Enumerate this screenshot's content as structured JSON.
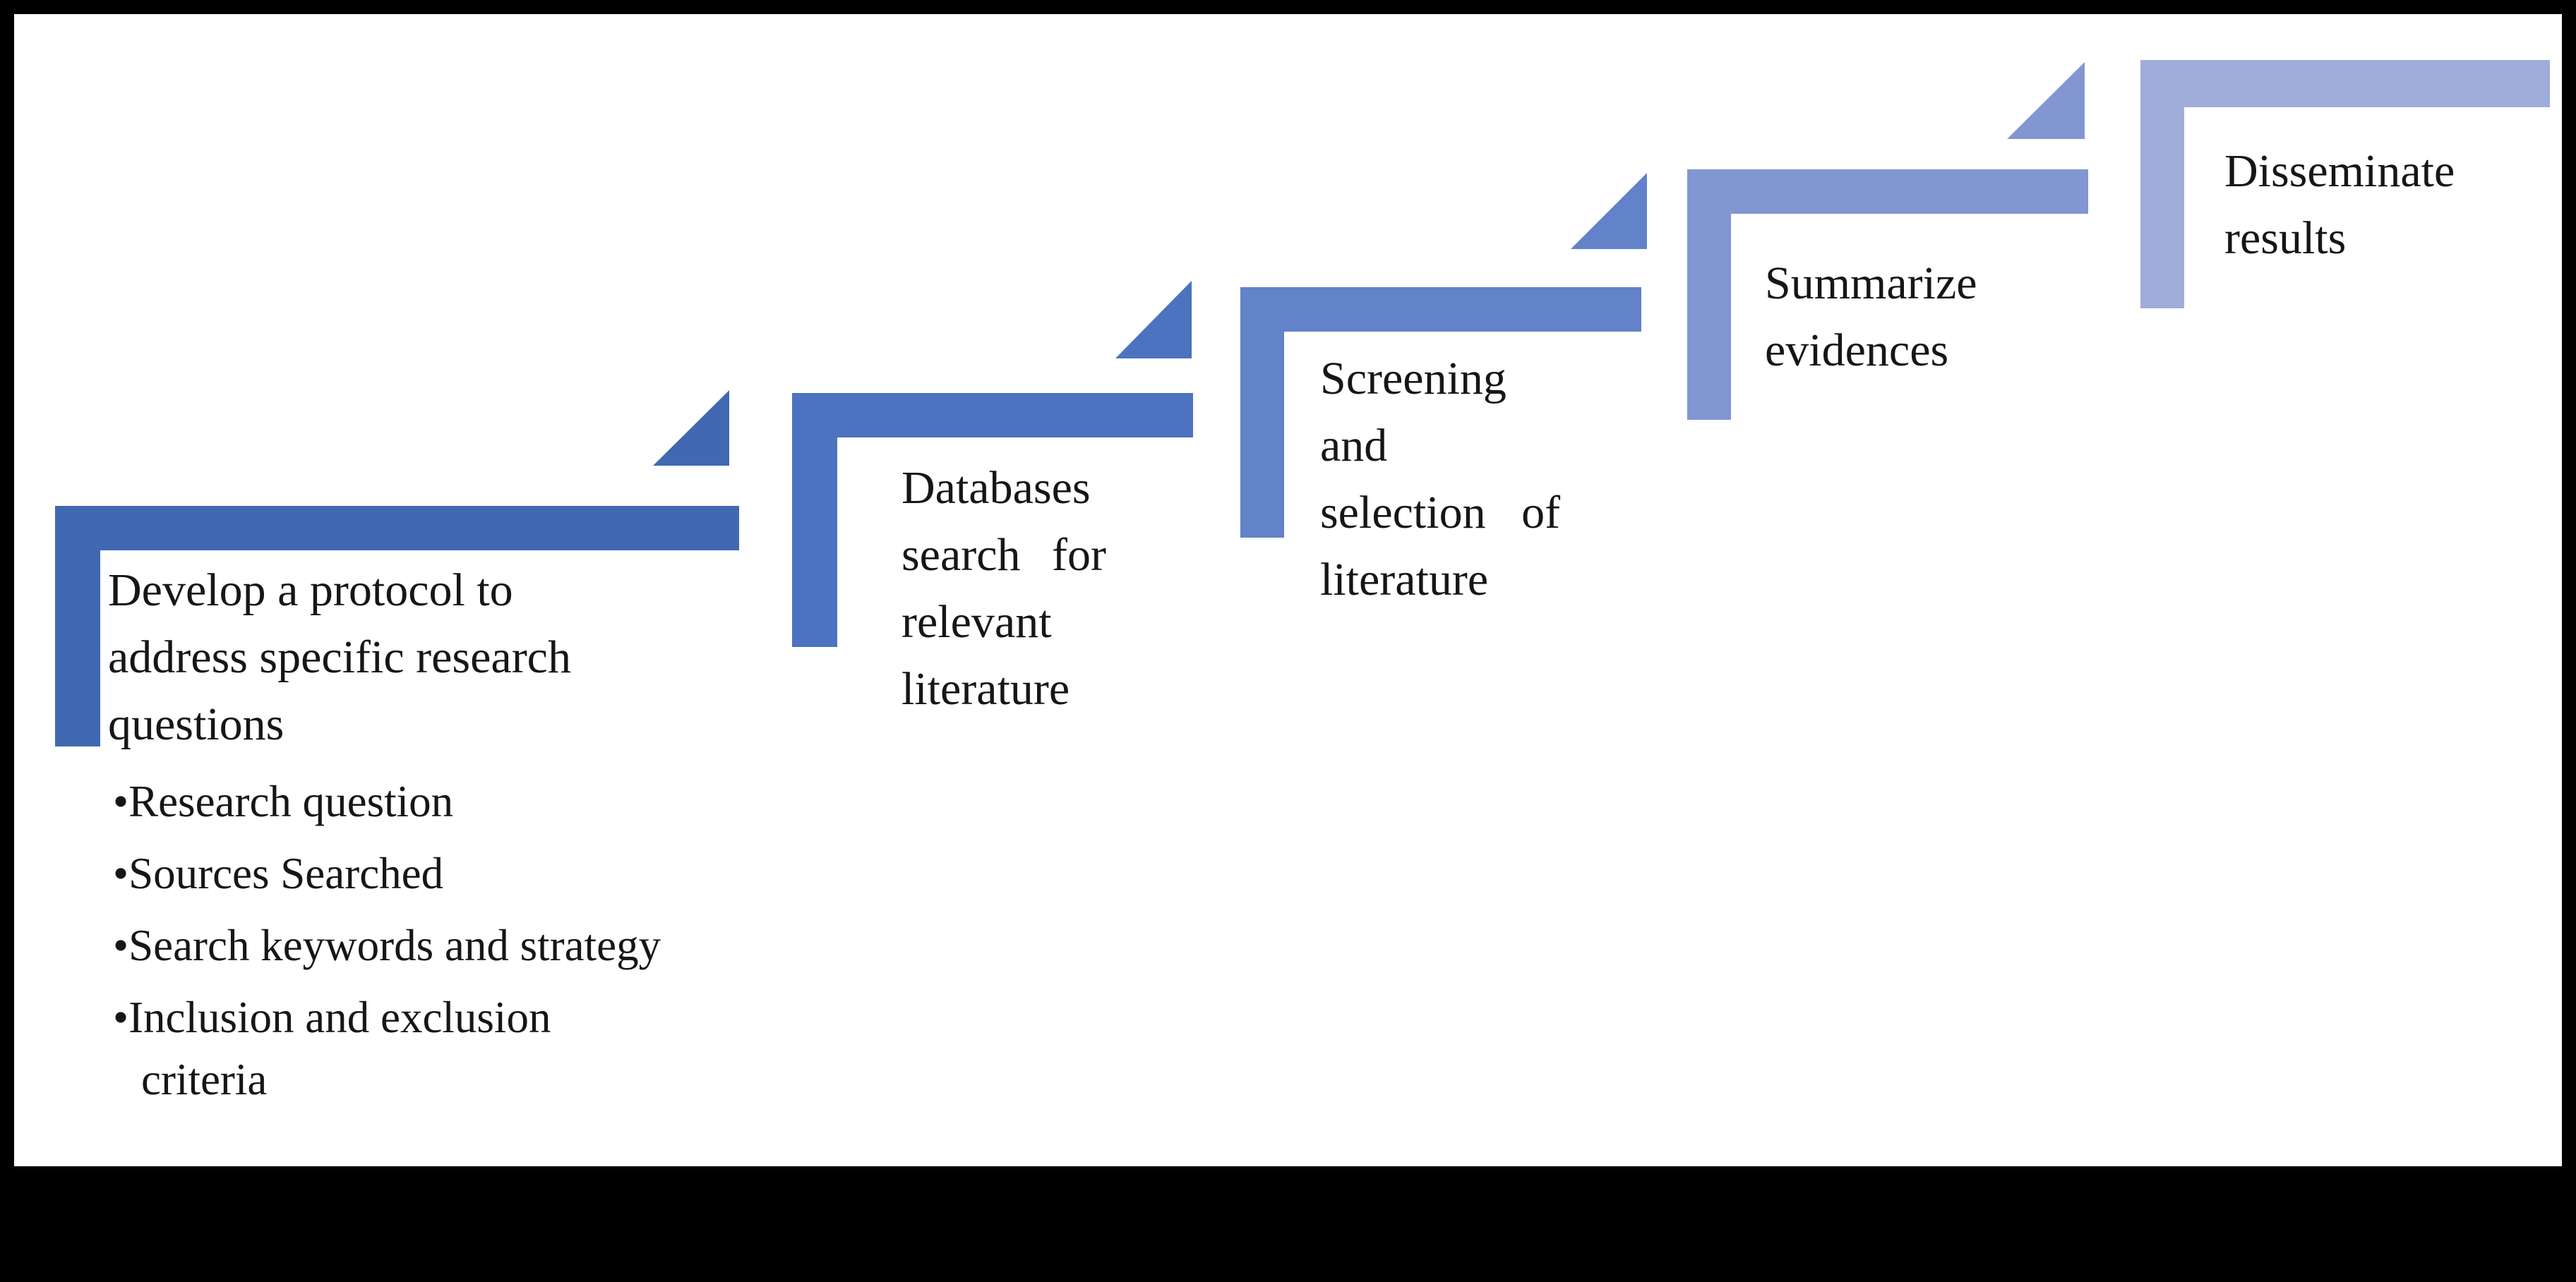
{
  "diagram": {
    "type": "step-up-process",
    "frame_color": "#000000",
    "canvas_color": "#ffffff",
    "text_color": "#161616",
    "steps": [
      {
        "id": "develop-protocol",
        "color": "#4069B2",
        "lines": [
          "Develop a protocol to",
          "address specific research",
          "questions"
        ],
        "bullets": [
          "Research question",
          "Sources Searched",
          "Search keywords and strategy",
          "Inclusion and exclusion criteria"
        ]
      },
      {
        "id": "databases-search",
        "color": "#4B73BF",
        "lines": [
          "Databases",
          "search for",
          "relevant",
          "literature"
        ]
      },
      {
        "id": "screening-selection",
        "color": "#6282C9",
        "lines": [
          "Screening",
          "and",
          "selection of",
          "literature"
        ]
      },
      {
        "id": "summarize-evidences",
        "color": "#8296D2",
        "lines": [
          "Summarize",
          "evidences"
        ]
      },
      {
        "id": "disseminate-results",
        "color": "#9FADD9",
        "lines": [
          "Disseminate",
          "results"
        ]
      }
    ]
  }
}
